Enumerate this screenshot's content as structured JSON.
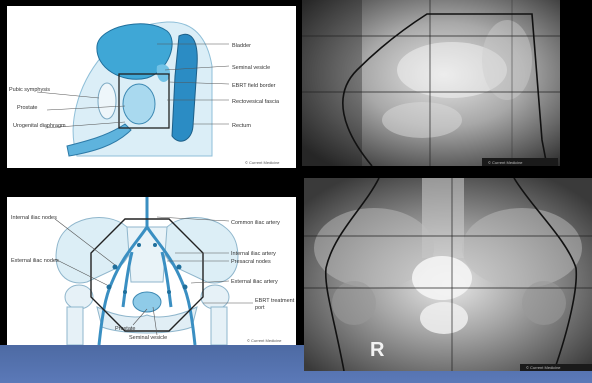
{
  "panels": {
    "sagittal": {
      "labels": {
        "bladder": "Bladder",
        "seminal_vesicle": "Seminal vesicle",
        "ebrt_field_border": "EBRT field border",
        "rectovesical_fascia": "Rectovesical fascia",
        "rectum": "Rectum",
        "pubic_symphysis": "Pubic symphysis",
        "prostate": "Prostate",
        "urogenital_diaphragm": "Urogenital diaphragm"
      },
      "credit": "© Current Medicine"
    },
    "lateral_xray": {
      "credit": "© Current Medicine"
    },
    "frontal": {
      "labels": {
        "internal_iliac_nodes": "Internal iliac nodes",
        "external_iliac_nodes": "External iliac nodes",
        "common_iliac_artery": "Common iliac artery",
        "internal_iliac_artery": "Internal iliac artery",
        "presacral_nodes": "Presacral nodes",
        "external_iliac_artery": "External iliac artery",
        "ebrt_treatment_port": "EBRT treatment port",
        "prostate": "Prostate",
        "seminal_vesicle": "Seminal vesicle"
      },
      "credit": "© Current Medicine"
    },
    "ap_xray": {
      "marker": "R",
      "credit": "© Current Medicine"
    }
  }
}
